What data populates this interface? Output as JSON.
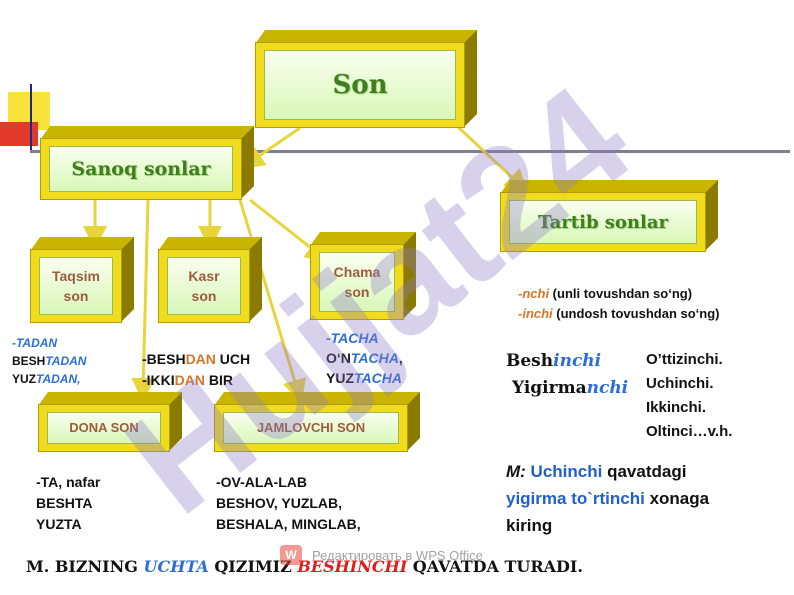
{
  "root": {
    "label": "Son"
  },
  "sanoq": {
    "label": "Sanoq sonlar"
  },
  "tartib": {
    "label": "Tartib sonlar"
  },
  "taqsim": {
    "label_line1": "Taqsim",
    "label_line2": "son"
  },
  "kasr": {
    "label_line1": "Kasr",
    "label_line2": "son"
  },
  "chama": {
    "label_line1": "Chama",
    "label_line2": "son"
  },
  "dona": {
    "label": "DONA SON"
  },
  "jamlovchi": {
    "label": "JAMLOVCHI SON"
  },
  "taqsim_examples": {
    "suffix": "-TADAN",
    "l2a": "BESH",
    "l2b": "TADAN",
    "l3a": "YUZ",
    "l3b": "TADAN,"
  },
  "kasr_examples": {
    "l1a": "-BESH",
    "l1b": "DAN",
    "l1c": " UCH",
    "l2a": "-IKKI",
    "l2b": "DAN",
    "l2c": " BIR"
  },
  "chama_examples": {
    "suffix": "-TACHA",
    "l2a": "O‘N",
    "l2b": "TACHA",
    "l2c": ",",
    "l3a": "YUZ",
    "l3b": "TACHA"
  },
  "dona_examples": {
    "l1": "-TA,  nafar",
    "l2": "BESHTA",
    "l3": "YUZTA"
  },
  "jamlovchi_examples": {
    "l1": "-OV-ALA-LAB",
    "l2": "BESHOV, YUZLAB,",
    "l3": "BESHALA, MINGLAB,"
  },
  "tartib_suffixes": {
    "s1": "-nchi",
    "s1note": " (unli tovushdan so‘ng)",
    "s2": "-inchi",
    "s2note": " (undosh tovushdan so‘ng)"
  },
  "tartib_examples_left": {
    "l1a": "Besh",
    "l1b": "inchi",
    "l2a": "Yigirma",
    "l2b": "nchi"
  },
  "tartib_examples_right": {
    "l1": "O’ttizinchi.",
    "l2": "Uchinchi.",
    "l3": "Ikkinchi.",
    "l4": "Oltinci…v.h."
  },
  "tartib_sentence": {
    "m": "M:",
    "w1": " Uchinchi",
    "w2": " qavatdagi",
    "w3": "yigirma to`rtinchi",
    "w4": " xonaga",
    "w5": "kiring"
  },
  "bottom_sentence": {
    "a": "M. BIZNING ",
    "b": "UCHTA",
    "c": " QIZIMIZ ",
    "d": "BESHINCHI",
    "e": " QAVATDA TURADI."
  },
  "watermark_text": "Hujjat24",
  "wps_banner": "Редактировать в WPS Office",
  "colors": {
    "gold": "#f0dc1c",
    "green_label": "#3f7f1c",
    "brown_label": "#a05a3c",
    "blue": "#2b6fd6",
    "orange": "#d4762a",
    "red": "#e01b1b",
    "watermark": "#8c7cc9"
  }
}
